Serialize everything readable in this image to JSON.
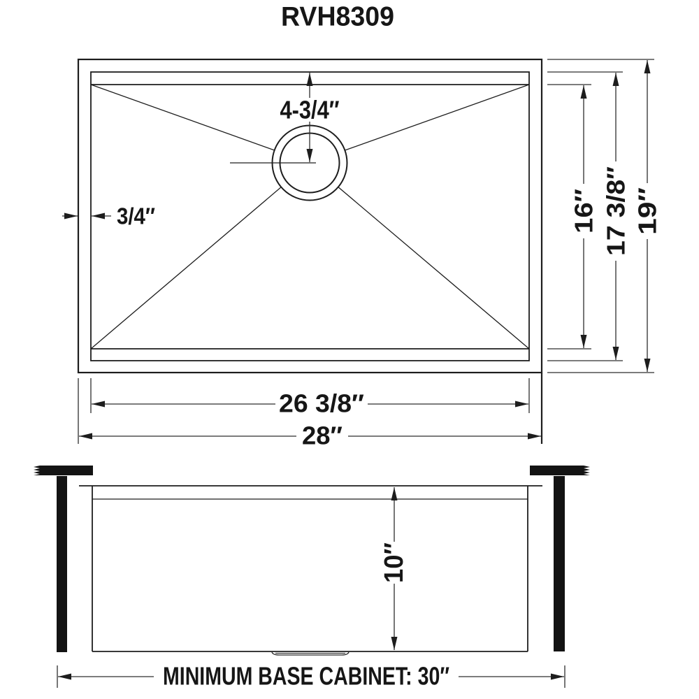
{
  "title": "RVH8309",
  "top_view": {
    "drain_offset": "4-3/4″",
    "rim_width": "3/4″",
    "inner_width": "26 3/8″",
    "overall_width": "28″",
    "bowl_length": "16″",
    "inner_length": "17 3/8″",
    "overall_length": "19″"
  },
  "side_view": {
    "bowl_depth": "10″",
    "base_cabinet_note": "MINIMUM BASE CABINET: 30″"
  }
}
